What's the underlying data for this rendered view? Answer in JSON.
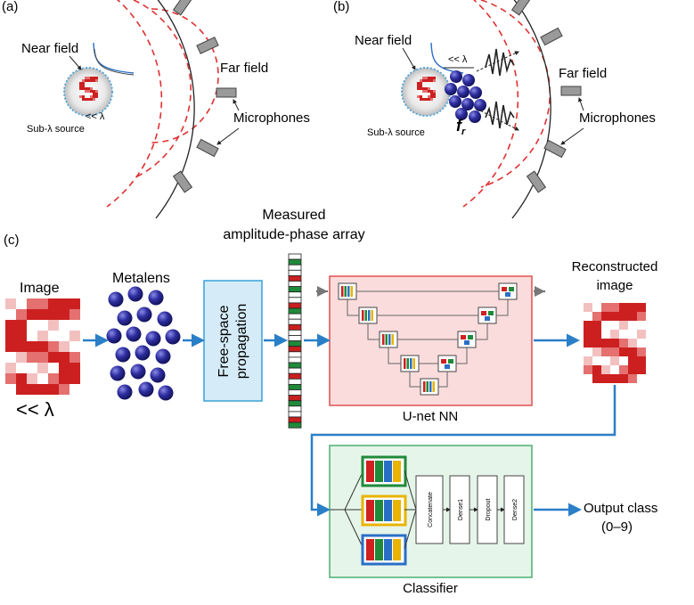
{
  "panel_a": {
    "label": "(a)",
    "near_field": "Near field",
    "far_field": "Far field",
    "subwavelength_mark": "<< λ",
    "source_label": "Sub-λ source",
    "microphones": "Microphones"
  },
  "panel_b": {
    "label": "(b)",
    "near_field": "Near field",
    "far_field": "Far field",
    "subwavelength_mark": "<< λ",
    "source_label": "Sub-λ source",
    "microphones": "Microphones",
    "resonance_symbol": "f",
    "resonance_subscript": "r"
  },
  "panel_c": {
    "label": "(c)",
    "image_label": "Image",
    "lambda_label": "<< λ",
    "metalens_label": "Metalens",
    "propagation_line1": "Free-space",
    "propagation_line2": "propagation",
    "measured_line1": "Measured",
    "measured_line2": "amplitude-phase array",
    "unet_label": "U-net NN",
    "reconstructed_line1": "Reconstructed",
    "reconstructed_line2": "image",
    "classifier_label": "Classifier",
    "concatenate_label": "Concatenate",
    "dense1_label": "Dense1",
    "dropout_label": "Dropout",
    "dense2_label": "Dense2",
    "output_line1": "Output class",
    "output_line2": "(0–9)"
  },
  "colors": {
    "pixel_dark": "#cc2020",
    "pixel_mid": "#e47070",
    "pixel_light": "#f3c0c0",
    "wavefront": "#e03030",
    "sphere": "#2a2a9a",
    "arrow": "#2a7fc7",
    "propagation_fill": "#d5ecf8",
    "propagation_border": "#3aa0d8",
    "unet_fill": "#fbdcdc",
    "unet_border": "#e05050",
    "classifier_fill": "#e6f5ea",
    "classifier_border": "#4caf70"
  }
}
